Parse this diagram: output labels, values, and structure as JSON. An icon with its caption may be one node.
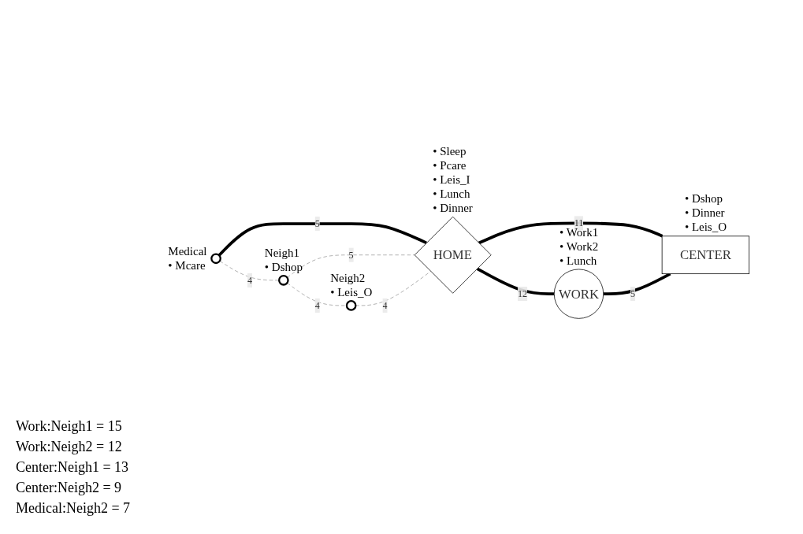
{
  "diagram": {
    "nodes": [
      {
        "text": [],
        "shape": "circle",
        "beside": [
          "Medical",
          "• Mcare"
        ]
      },
      {
        "text": [
          "HOME"
        ],
        "beside": [
          "• Sleep",
          "• Pcare",
          "• Leis_I",
          "• Lunch",
          "• Dinner"
        ]
      },
      {
        "text": [],
        "shape": "circle",
        "beside": [
          "Neigh1",
          "• Dshop"
        ]
      },
      {
        "text": [],
        "shape": "circle",
        "beside": [
          "Neigh2",
          "• Leis_O"
        ]
      },
      {
        "text": [
          "WORK"
        ],
        "beside": [
          "• Work1",
          "• Work2",
          "• Lunch"
        ]
      },
      {
        "text": [
          "CENTER"
        ],
        "beside": [
          "• Dshop",
          "• Dinner",
          "• Leis_O"
        ]
      }
    ],
    "edges": [
      {
        "from": 0,
        "to": 1,
        "arrow": "none",
        "label": "5",
        "style": "thick"
      },
      {
        "from": 0,
        "to": 2,
        "arrow": "none",
        "label": "4",
        "style": "dashed",
        "color": "#999999"
      },
      {
        "from": 2,
        "to": 1,
        "arrow": "none",
        "label": "5",
        "style": "dashed",
        "color": "#999999"
      },
      {
        "from": 2,
        "to": 3,
        "arrow": "none",
        "label": "4",
        "style": "dashed",
        "color": "#999999"
      },
      {
        "from": 3,
        "to": 1,
        "arrow": "none",
        "label": "4",
        "style": "dashed",
        "color": "#999999"
      },
      {
        "from": 1,
        "to": 4,
        "arrow": "none",
        "label": "12",
        "style": "thick"
      },
      {
        "from": 1,
        "to": 5,
        "arrow": "none",
        "label": "11",
        "style": "thick"
      },
      {
        "from": 4,
        "to": 5,
        "arrow": "none",
        "label": "5",
        "style": "thick"
      }
    ],
    "labels": [
      "Work:Neigh1 = 15",
      "Work:Neigh2 = 12",
      "Center:Neigh1 = 13",
      "Center:Neigh2 = 9",
      "Medical:Neigh2 = 7"
    ]
  }
}
